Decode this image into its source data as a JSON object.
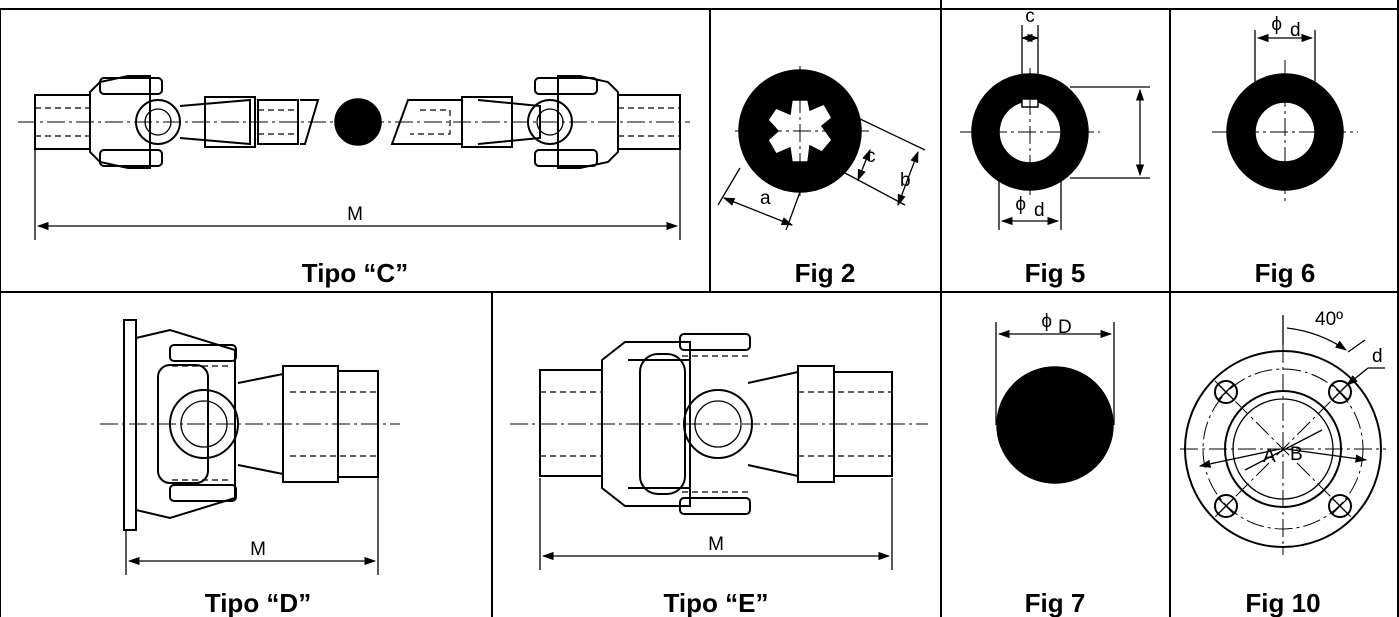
{
  "panels": {
    "tipo_c": {
      "caption": "Tipo “C”",
      "dim_m": "M"
    },
    "fig2": {
      "caption": "Fig 2",
      "dim_a": "a",
      "dim_b": "b",
      "dim_c": "c"
    },
    "fig5": {
      "caption": "Fig 5",
      "dim_c": "c",
      "dim_d": "d"
    },
    "fig6": {
      "caption": "Fig 6",
      "dim_d": "d"
    },
    "tipo_d": {
      "caption": "Tipo “D”",
      "dim_m": "M"
    },
    "tipo_e": {
      "caption": "Tipo “E”",
      "dim_m": "M"
    },
    "fig7": {
      "caption": "Fig 7",
      "dim_D": "D"
    },
    "fig10": {
      "caption": "Fig 10",
      "angle": "40º",
      "dim_d": "d",
      "label_a": "A",
      "label_b": "B"
    }
  },
  "phi_symbol": "ϕ"
}
